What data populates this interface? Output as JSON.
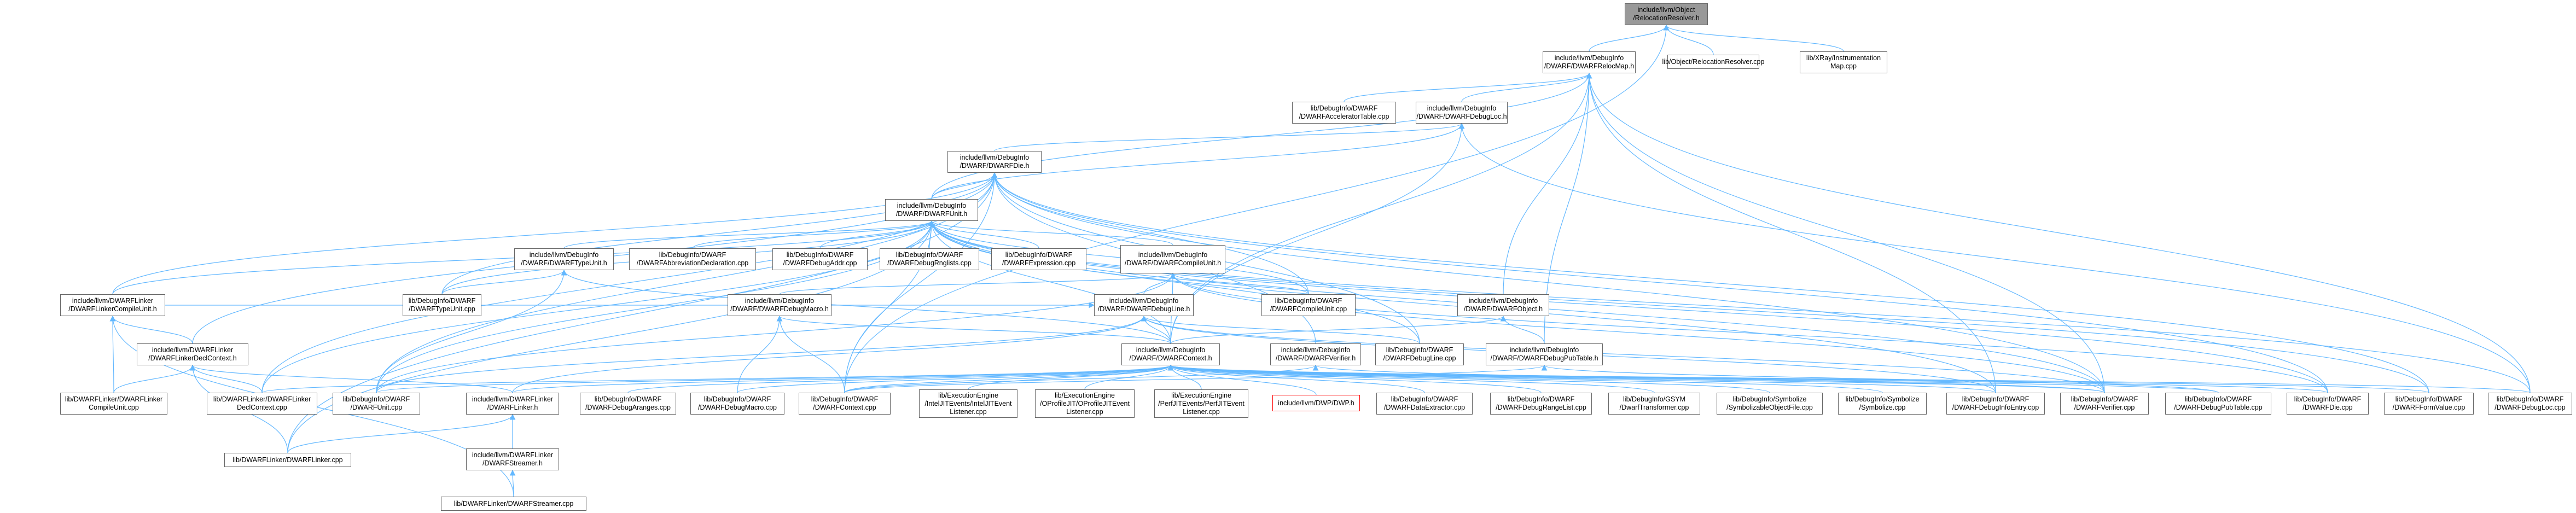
{
  "graph": {
    "edge_color": "#63b8ff",
    "root_fill": "#999999",
    "nodes": [
      {
        "id": "root",
        "label": "include/llvm/Object\n/RelocationResolver.h"
      },
      {
        "id": "dwarfreloc",
        "label": "include/llvm/DebugInfo\n/DWARF/DWARFRelocMap.h"
      },
      {
        "id": "objreloc",
        "label": "lib/Object/RelocationResolver.cpp"
      },
      {
        "id": "xray",
        "label": "lib/XRay/Instrumentation\nMap.cpp"
      },
      {
        "id": "accel",
        "label": "lib/DebugInfo/DWARF\n/DWARFAcceleratorTable.cpp"
      },
      {
        "id": "debugloc",
        "label": "include/llvm/DebugInfo\n/DWARF/DWARFDebugLoc.h"
      },
      {
        "id": "die",
        "label": "include/llvm/DebugInfo\n/DWARF/DWARFDie.h"
      },
      {
        "id": "unit",
        "label": "include/llvm/DebugInfo\n/DWARF/DWARFUnit.h"
      },
      {
        "id": "typeunit",
        "label": "include/llvm/DebugInfo\n/DWARF/DWARFTypeUnit.h"
      },
      {
        "id": "abbrev",
        "label": "lib/DebugInfo/DWARF\n/DWARFAbbreviationDeclaration.cpp"
      },
      {
        "id": "addr",
        "label": "lib/DebugInfo/DWARF\n/DWARFDebugAddr.cpp"
      },
      {
        "id": "rnglists",
        "label": "lib/DebugInfo/DWARF\n/DWARFDebugRnglists.cpp"
      },
      {
        "id": "expression",
        "label": "lib/DebugInfo/DWARF\n/DWARFExpression.cpp"
      },
      {
        "id": "compileunit",
        "label": "include/llvm/DebugInfo\n/DWARF/DWARFCompileUnit.h"
      },
      {
        "id": "linkercu",
        "label": "include/llvm/DWARFLinker\n/DWARFLinkerCompileUnit.h"
      },
      {
        "id": "typeunitcpp",
        "label": "lib/DebugInfo/DWARF\n/DWARFTypeUnit.cpp"
      },
      {
        "id": "macro",
        "label": "include/llvm/DebugInfo\n/DWARF/DWARFDebugMacro.h"
      },
      {
        "id": "debugline",
        "label": "include/llvm/DebugInfo\n/DWARF/DWARFDebugLine.h"
      },
      {
        "id": "compileunitcpp",
        "label": "lib/DebugInfo/DWARF\n/DWARFCompileUnit.cpp"
      },
      {
        "id": "object",
        "label": "include/llvm/DebugInfo\n/DWARF/DWARFObject.h"
      },
      {
        "id": "declctx",
        "label": "include/llvm/DWARFLinker\n/DWARFLinkerDeclContext.h"
      },
      {
        "id": "context",
        "label": "include/llvm/DebugInfo\n/DWARF/DWARFContext.h"
      },
      {
        "id": "verifierh",
        "label": "include/llvm/DebugInfo\n/DWARF/DWARFVerifier.h"
      },
      {
        "id": "debuglinecpp",
        "label": "lib/DebugInfo/DWARF\n/DWARFDebugLine.cpp"
      },
      {
        "id": "pubtableh",
        "label": "include/llvm/DebugInfo\n/DWARF/DWARFDebugPubTable.h"
      },
      {
        "id": "linkercucpp",
        "label": "lib/DWARFLinker/DWARFLinker\nCompileUnit.cpp"
      },
      {
        "id": "declctxcpp",
        "label": "lib/DWARFLinker/DWARFLinker\nDeclContext.cpp"
      },
      {
        "id": "unitcpp",
        "label": "lib/DebugInfo/DWARF\n/DWARFUnit.cpp"
      },
      {
        "id": "linkerh",
        "label": "include/llvm/DWARFLinker\n/DWARFLinker.h"
      },
      {
        "id": "aranges",
        "label": "lib/DebugInfo/DWARF\n/DWARFDebugAranges.cpp"
      },
      {
        "id": "macrocpp",
        "label": "lib/DebugInfo/DWARF\n/DWARFDebugMacro.cpp"
      },
      {
        "id": "contextcpp",
        "label": "lib/DebugInfo/DWARF\n/DWARFContext.cpp"
      },
      {
        "id": "intel",
        "label": "lib/ExecutionEngine\n/IntelJITEvents/IntelJITEvent\nListener.cpp"
      },
      {
        "id": "oprofile",
        "label": "lib/ExecutionEngine\n/OProfileJIT/OProfileJITEvent\nListener.cpp"
      },
      {
        "id": "perf",
        "label": "lib/ExecutionEngine\n/PerfJITEvents/PerfJITEvent\nListener.cpp"
      },
      {
        "id": "dwarfh",
        "label": "include/llvm/DWP/DWP.h"
      },
      {
        "id": "dataextractor",
        "label": "lib/DebugInfo/DWARF\n/DWARFDataExtractor.cpp"
      },
      {
        "id": "rangelist",
        "label": "lib/DebugInfo/DWARF\n/DWARFDebugRangeList.cpp"
      },
      {
        "id": "gsym",
        "label": "lib/DebugInfo/GSYM\n/DwarfTransformer.cpp"
      },
      {
        "id": "symobj",
        "label": "lib/DebugInfo/Symbolize\n/SymbolizableObjectFile.cpp"
      },
      {
        "id": "symbolize",
        "label": "lib/DebugInfo/Symbolize\n/Symbolize.cpp"
      },
      {
        "id": "infoentry",
        "label": "lib/DebugInfo/DWARF\n/DWARFDebugInfoEntry.cpp"
      },
      {
        "id": "verifiercpp",
        "label": "lib/DebugInfo/DWARF\n/DWARFVerifier.cpp"
      },
      {
        "id": "pubtablecpp",
        "label": "lib/DebugInfo/DWARF\n/DWARFDebugPubTable.cpp"
      },
      {
        "id": "diecpp",
        "label": "lib/DebugInfo/DWARF\n/DWARFDie.cpp"
      },
      {
        "id": "formvalue",
        "label": "lib/DebugInfo/DWARF\n/DWARFFormValue.cpp"
      },
      {
        "id": "debugloccpp",
        "label": "lib/DebugInfo/DWARF\n/DWARFDebugLoc.cpp"
      },
      {
        "id": "linkercpp",
        "label": "lib/DWARFLinker/DWARFLinker.cpp"
      },
      {
        "id": "streamerh",
        "label": "include/llvm/DWARFLinker\n/DWARFStreamer.h"
      },
      {
        "id": "streamercpp",
        "label": "lib/DWARFLinker/DWARFStreamer.cpp"
      }
    ],
    "edges": [
      [
        "dwarfreloc",
        "root"
      ],
      [
        "objreloc",
        "root"
      ],
      [
        "xray",
        "root"
      ],
      [
        "contextcpp",
        "root"
      ],
      [
        "accel",
        "dwarfreloc"
      ],
      [
        "debugloc",
        "dwarfreloc"
      ],
      [
        "unit",
        "dwarfreloc"
      ],
      [
        "object",
        "dwarfreloc"
      ],
      [
        "context",
        "dwarfreloc"
      ],
      [
        "pubtableh",
        "dwarfreloc"
      ],
      [
        "infoentry",
        "dwarfreloc"
      ],
      [
        "verifiercpp",
        "dwarfreloc"
      ],
      [
        "debugloccpp",
        "dwarfreloc"
      ],
      [
        "die",
        "debugloc"
      ],
      [
        "context",
        "debugloc"
      ],
      [
        "unit",
        "debugloc"
      ],
      [
        "debugloccpp",
        "debugloc"
      ],
      [
        "unit",
        "die"
      ],
      [
        "linkercu",
        "die"
      ],
      [
        "declctx",
        "die"
      ],
      [
        "linkercpp",
        "die"
      ],
      [
        "unitcpp",
        "die"
      ],
      [
        "contextcpp",
        "die"
      ],
      [
        "compileunitcpp",
        "die"
      ],
      [
        "verifierh",
        "die"
      ],
      [
        "diecpp",
        "die"
      ],
      [
        "formvalue",
        "die"
      ],
      [
        "verifiercpp",
        "die"
      ],
      [
        "typeunitcpp",
        "die"
      ],
      [
        "declctxcpp",
        "die"
      ],
      [
        "debuglinecpp",
        "die"
      ],
      [
        "typeunit",
        "unit"
      ],
      [
        "abbrev",
        "unit"
      ],
      [
        "addr",
        "unit"
      ],
      [
        "rnglists",
        "unit"
      ],
      [
        "expression",
        "unit"
      ],
      [
        "compileunit",
        "unit"
      ],
      [
        "linkercu",
        "unit"
      ],
      [
        "typeunitcpp",
        "unit"
      ],
      [
        "compileunitcpp",
        "unit"
      ],
      [
        "unitcpp",
        "unit"
      ],
      [
        "contextcpp",
        "unit"
      ],
      [
        "declctxcpp",
        "unit"
      ],
      [
        "linkercpp",
        "unit"
      ],
      [
        "infoentry",
        "unit"
      ],
      [
        "verifiercpp",
        "unit"
      ],
      [
        "diecpp",
        "unit"
      ],
      [
        "formvalue",
        "unit"
      ],
      [
        "debugloccpp",
        "unit"
      ],
      [
        "context",
        "unit"
      ],
      [
        "debuglinecpp",
        "unit"
      ],
      [
        "context",
        "typeunit"
      ],
      [
        "typeunitcpp",
        "typeunit"
      ],
      [
        "unitcpp",
        "typeunit"
      ],
      [
        "context",
        "compileunit"
      ],
      [
        "compileunitcpp",
        "compileunit"
      ],
      [
        "unitcpp",
        "compileunit"
      ],
      [
        "verifiercpp",
        "compileunit"
      ],
      [
        "debugline",
        "compileunit"
      ],
      [
        "macro",
        "compileunit"
      ],
      [
        "diecpp",
        "compileunit"
      ],
      [
        "declctx",
        "linkercu"
      ],
      [
        "linkercucpp",
        "linkercu"
      ],
      [
        "streamercpp",
        "linkercu"
      ],
      [
        "context",
        "macro"
      ],
      [
        "contextcpp",
        "macro"
      ],
      [
        "macrocpp",
        "macro"
      ],
      [
        "context",
        "debugline"
      ],
      [
        "linkerh",
        "debugline"
      ],
      [
        "unitcpp",
        "debugline"
      ],
      [
        "debuglinecpp",
        "debugline"
      ],
      [
        "verifiercpp",
        "debugline"
      ],
      [
        "infoentry",
        "debugline"
      ],
      [
        "linkercu",
        "debugline"
      ],
      [
        "context",
        "object"
      ],
      [
        "pubtableh",
        "object"
      ],
      [
        "linkerh",
        "declctx"
      ],
      [
        "linkercucpp",
        "declctx"
      ],
      [
        "declctxcpp",
        "declctx"
      ],
      [
        "linkercpp",
        "declctx"
      ],
      [
        "linkerh",
        "context"
      ],
      [
        "aranges",
        "context"
      ],
      [
        "macrocpp",
        "context"
      ],
      [
        "contextcpp",
        "context"
      ],
      [
        "intel",
        "context"
      ],
      [
        "oprofile",
        "context"
      ],
      [
        "perf",
        "context"
      ],
      [
        "dwarfh",
        "context"
      ],
      [
        "dataextractor",
        "context"
      ],
      [
        "rangelist",
        "context"
      ],
      [
        "gsym",
        "context"
      ],
      [
        "symobj",
        "context"
      ],
      [
        "symbolize",
        "context"
      ],
      [
        "infoentry",
        "context"
      ],
      [
        "verifiercpp",
        "context"
      ],
      [
        "pubtablecpp",
        "context"
      ],
      [
        "diecpp",
        "context"
      ],
      [
        "formvalue",
        "context"
      ],
      [
        "debugloccpp",
        "context"
      ],
      [
        "declctxcpp",
        "context"
      ],
      [
        "unitcpp",
        "context"
      ],
      [
        "contextcpp",
        "verifierh"
      ],
      [
        "verifiercpp",
        "verifierh"
      ],
      [
        "contextcpp",
        "pubtableh"
      ],
      [
        "pubtablecpp",
        "pubtableh"
      ],
      [
        "linkercpp",
        "linkerh"
      ],
      [
        "streamerh",
        "linkerh"
      ],
      [
        "streamercpp",
        "streamerh"
      ]
    ]
  }
}
